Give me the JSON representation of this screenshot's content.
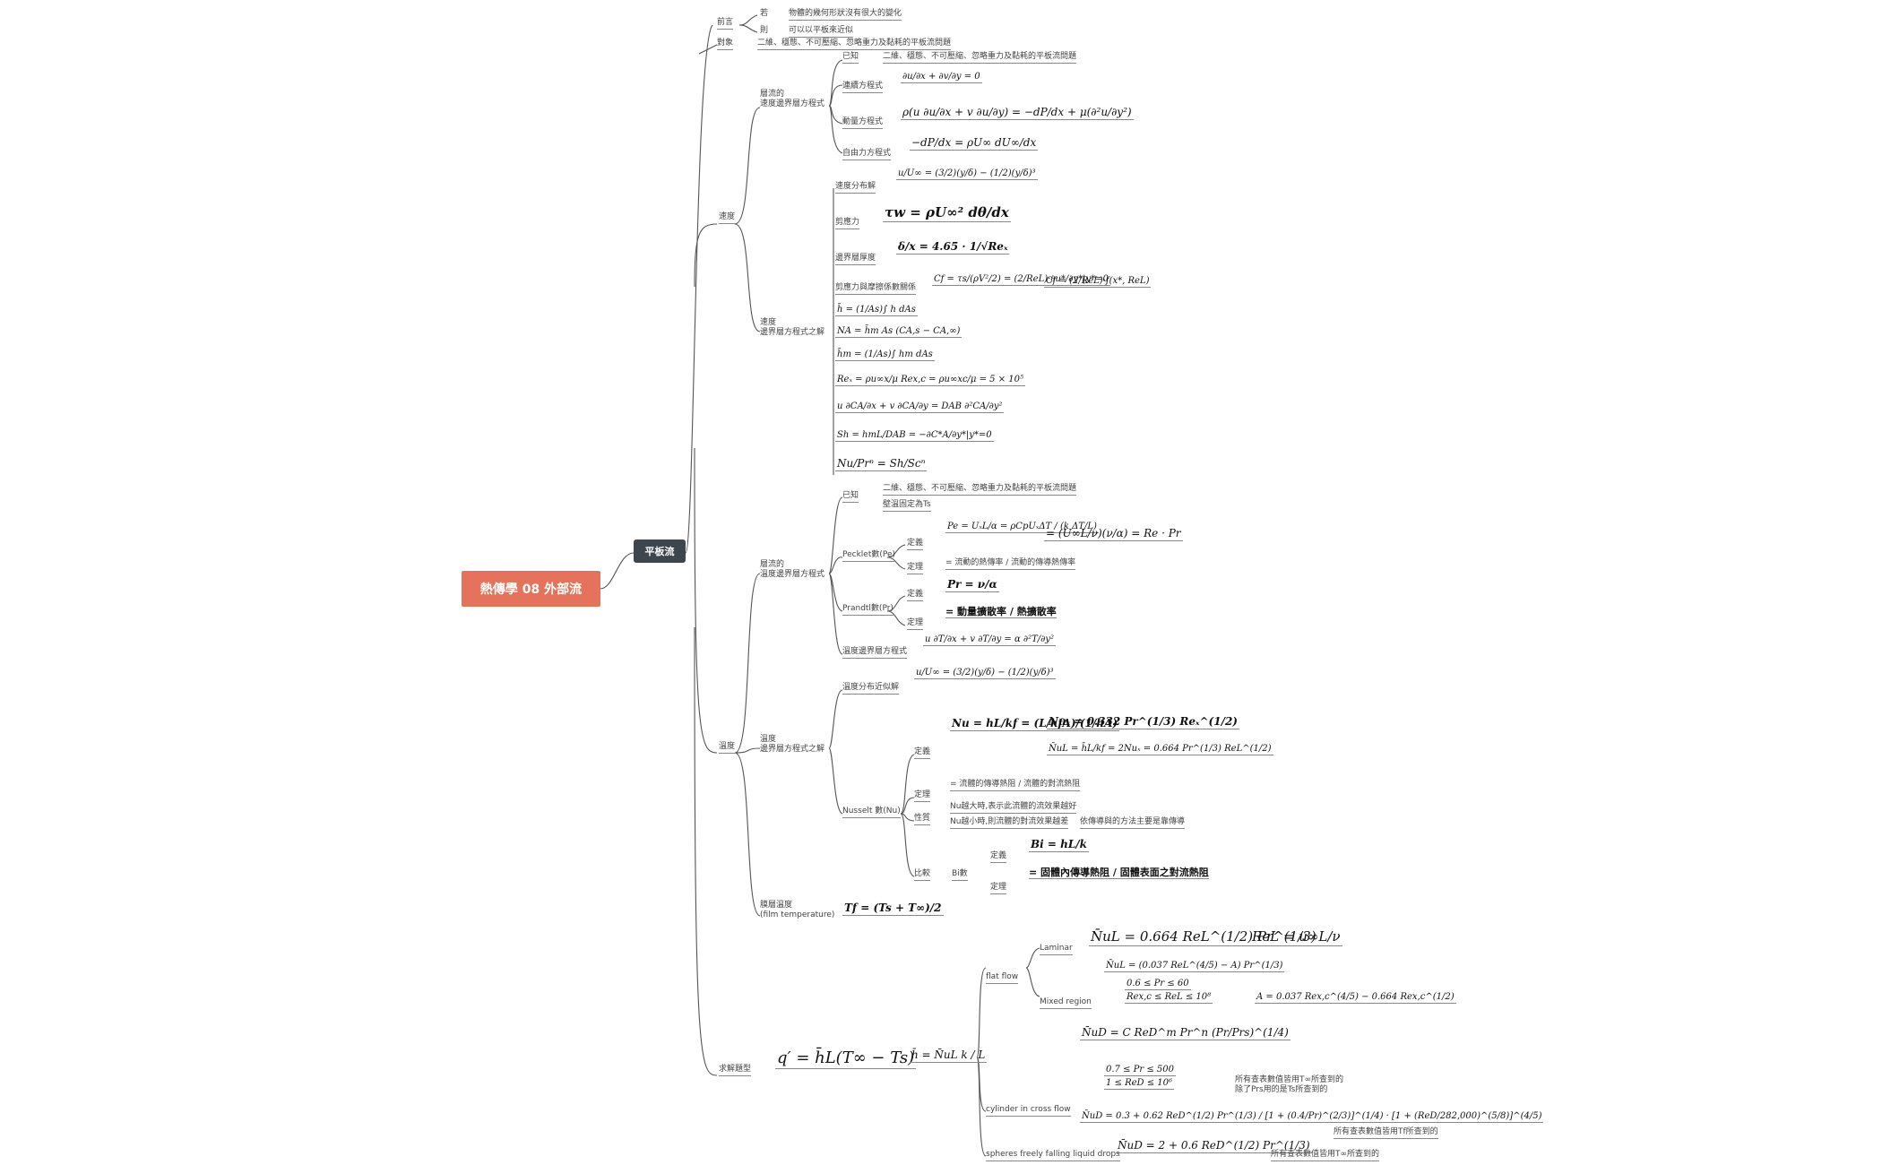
{
  "root": "熱傳學 08 外部流",
  "hub": "平板流",
  "prereq": {
    "label": "前言",
    "items": [
      {
        "k": "若",
        "v": "物體的幾何形狀沒有很大的變化"
      },
      {
        "k": "則",
        "v": "可以以平板來近似"
      }
    ]
  },
  "target": {
    "label": "對象",
    "text": "二維、穩態、不可壓縮、忽略重力及黏耗的平板流問題"
  },
  "velocity": {
    "label": "速度",
    "eqs_group": {
      "label": "層流的\n速度邊界層方程式",
      "known_label": "已知",
      "known_text": "二維、穩態、不可壓縮、忽略重力及黏耗的平板流問題",
      "continuity_label": "連續方程式",
      "continuity_eq": "∂u/∂x + ∂v/∂y = 0",
      "momentum_label": "動量方程式",
      "momentum_eq": "ρ(u ∂u/∂x + v ∂u/∂y) = −dP/dx + μ(∂²u/∂y²)",
      "freestream_label": "自由力方程式",
      "freestream_eq": "−dP/dx = ρU∞ dU∞/dx"
    },
    "solution_group": {
      "label": "速度\n邊界層方程式之解",
      "profile_label": "速度分布解",
      "profile_eq": "u/U∞ = (3/2)(y/δ) − (1/2)(y/δ)³",
      "shear_label": "剪應力",
      "shear_eq": "τw = ρU∞² dθ/dx",
      "thickness_label": "邊界層厚度",
      "thickness_eq": "δ/x = 4.65 · 1/√Reₓ",
      "friction_label": "剪應力與摩擦係數關係",
      "friction_eq1": "Cf = τs/(ρV²/2) = (2/ReL)·∂u*/∂y*|y*=0",
      "friction_eq2": "Cf = (2/ReL)·f(x*, ReL)",
      "mass_eqs": [
        "h̄ = (1/As)∫ h dAs",
        "NA = h̄m As (CA,s − CA,∞)",
        "h̄m = (1/As)∫ hm dAs",
        "Reₓ = ρu∞x/μ      Rex,c = ρu∞xc/μ = 5 × 10⁵",
        "u ∂CA/∂x + v ∂CA/∂y = DAB ∂²CA/∂y²",
        "Sh = hmL/DAB = −∂C*A/∂y*|y*=0",
        "Nu/Prⁿ = Sh/Scⁿ"
      ]
    }
  },
  "temperature": {
    "label": "溫度",
    "known_label": "已知",
    "known_items": [
      "二維、穩態、不可壓縮、忽略重力及黏耗的平板流問題",
      "壁溫固定為Ts"
    ],
    "eqs_group": {
      "label": "層流的\n溫度邊界層方程式",
      "peclet_label": "Pecklet數(Pe)",
      "peclet_def_label": "定義",
      "peclet_def_eq": "Pe = UₓL/α = ρCpUₓΔT / (k ΔT/L)",
      "peclet_def_eq2": "= (U∞L/ν)(ν/α)    = Re · Pr",
      "peclet_meaning_label": "定理",
      "peclet_meaning": "= 流動的熱傳率 / 流動的傳導熱傳率",
      "prandtl_label": "Prandtl數(Pr)",
      "prandtl_def_label": "定義",
      "prandtl_def_eq": "Pr = ν/α",
      "prandtl_meaning_label": "定理",
      "prandtl_meaning": "= 動量擴散率 / 熱擴散率",
      "energy_label": "溫度邊界層方程式",
      "energy_eq": "u ∂T/∂x + v ∂T/∂y = α ∂²T/∂y²"
    },
    "solution_group": {
      "label": "溫度\n邊界層方程式之解",
      "profile_label": "溫度分布近似解",
      "profile_eq": "u/U∞ = (3/2)(y/δ) − (1/2)(y/δ)³",
      "nusselt_label": "Nusselt 數(Nu)",
      "nusselt_def_label": "定義",
      "nusselt_def_eq": "Nu = hL/kf = (L/kfA)/(1/hA)",
      "nusselt_local_eq": "Nuₓ = 0.332 Pr^(1/3) Reₓ^(1/2)",
      "nusselt_avg_eq": "N̄uL = h̄L/kf = 2Nuₓ = 0.664 Pr^(1/3) ReL^(1/2)",
      "nusselt_meaning_label": "定理",
      "nusselt_meaning": "= 流體的傳導熱阻 / 流體的對流熱阻",
      "property_label": "性質",
      "property_items": [
        "Nu越大時,表示此流體的流效果越好",
        "Nu越小時,則流體的對流效果越差"
      ],
      "property_note": "依傳導與的方法主要是靠傳導",
      "compare_label": "比較",
      "biot_label": "Bi數",
      "biot_def_label": "定義",
      "biot_def_eq": "Bi = hL/k",
      "biot_meaning_label": "定理",
      "biot_meaning": "= 固體內傳導熱阻 / 固體表面之對流熱阻"
    },
    "film_label": "膜層溫度\n(film temperature)",
    "film_eq": "Tf = (Ts + T∞)/2"
  },
  "correlation": {
    "label": "求解題型",
    "q_eq": "q′ = h̄L(T∞ − Ts)",
    "h_eq": "h̄ = N̄uL k / L",
    "flat_label": "flat flow",
    "laminar_label": "Laminar",
    "laminar_eq": "N̄uL = 0.664 ReL^(1/2) Pr^(1/3)",
    "laminar_re": "ReL = u∞L/ν",
    "mixed_label": "Mixed region",
    "mixed_eq": "N̄uL = (0.037 ReL^(4/5) − A) Pr^(1/3)",
    "mixed_cond1": "0.6 ≤ Pr ≤ 60",
    "mixed_cond2": "Rex,c ≤ ReL ≤ 10⁸",
    "mixed_a": "A = 0.037 Rex,c^(4/5) − 0.664 Rex,c^(1/2)",
    "cyl_label": "cylinder in cross flow",
    "cyl_eq1": "N̄uD = C ReD^m Pr^n (Pr/Prs)^(1/4)",
    "cyl_cond1": "0.7 ≤ Pr ≤ 500",
    "cyl_cond2": "1 ≤ ReD ≤ 10⁶",
    "cyl_note1": "所有查表數值皆用T∞所查到的\n除了Prs用的是Ts所查到的",
    "cyl_eq2": "N̄uD = 0.3 + 0.62 ReD^(1/2) Pr^(1/3) / [1 + (0.4/Pr)^(2/3)]^(1/4) · [1 + (ReD/282,000)^(5/8)]^(4/5)",
    "cyl_note2": "所有查表數值皆用Tf所查到的",
    "sphere_label": "spheres freely falling liquid drops",
    "sphere_eq": "N̄uD = 2 + 0.6 ReD^(1/2) Pr^(1/3)",
    "sphere_note": "所有查表數值皆用T∞所查到的"
  }
}
